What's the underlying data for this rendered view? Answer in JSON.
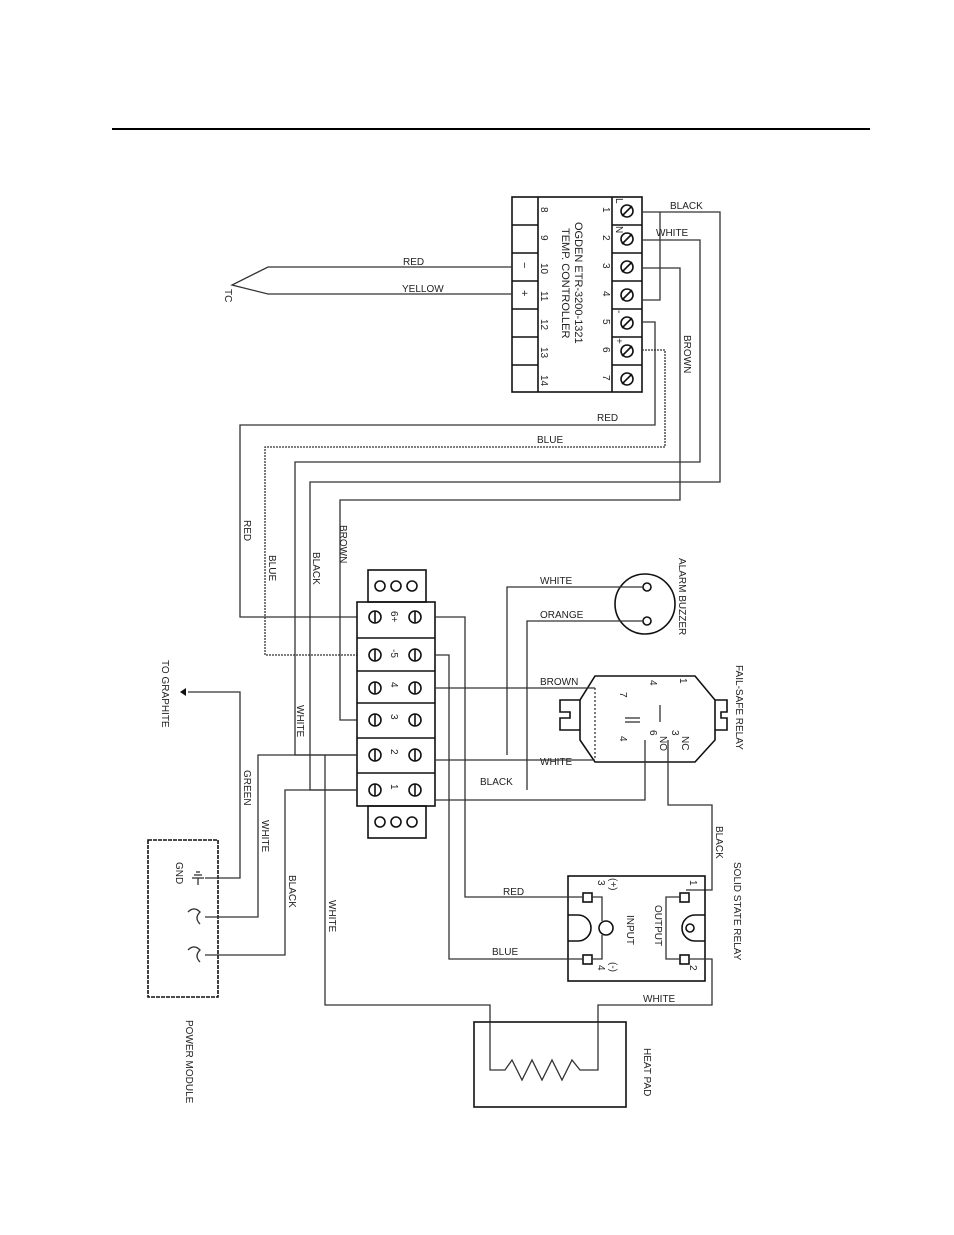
{
  "controller": {
    "title": "OGDEN ETR-3200-1321",
    "subtitle": "TEMP. CONTROLLER",
    "right_terminals": [
      "1",
      "2",
      "3",
      "4",
      "5",
      "6",
      "7"
    ],
    "right_marks": [
      "L",
      "N",
      "",
      "",
      "-",
      "+",
      ""
    ],
    "left_terminals": [
      "8",
      "9",
      "10",
      "11",
      "12",
      "13",
      "14"
    ],
    "left_marks": [
      "",
      "",
      "−",
      "+",
      "",
      "",
      ""
    ]
  },
  "thermocouple": {
    "label": "TC",
    "wire_neg": "RED",
    "wire_pos": "YELLOW"
  },
  "wire_labels": {
    "black_top": "BLACK",
    "white_top": "WHITE",
    "brown_right": "BROWN",
    "red_h": "RED",
    "blue_h": "BLUE",
    "red_v": "RED",
    "blue_v": "BLUE",
    "black_v": "BLACK",
    "brown_v": "BROWN",
    "white_v": "WHITE",
    "green_v": "GREEN",
    "white_v2": "WHITE",
    "black_v2": "BLACK",
    "white_v3": "WHITE",
    "buzzer_white": "WHITE",
    "buzzer_orange": "ORANGE",
    "relay_brown": "BROWN",
    "relay_white": "WHITE",
    "block_black": "BLACK",
    "ssr_black": "BLACK",
    "ssr_red": "RED",
    "ssr_blue": "BLUE",
    "heat_white": "WHITE"
  },
  "terminal_block": {
    "terminals": [
      "6+",
      "-5",
      "4",
      "3",
      "2",
      "1"
    ]
  },
  "alarm_buzzer": {
    "label": "ALARM BUZZER"
  },
  "fail_safe_relay": {
    "label": "FAIL-SAFE RELAY",
    "pins": [
      "1",
      "4",
      "7",
      "3",
      "6",
      "4"
    ],
    "nc": "NC",
    "no": "NO"
  },
  "solid_state_relay": {
    "label": "SOLID STATE RELAY",
    "input": "INPUT",
    "output": "OUTPUT",
    "pins": [
      "1",
      "2",
      "3",
      "4"
    ],
    "plus": "(+)",
    "minus": "(-)"
  },
  "power_module": {
    "label": "POWER MODULE",
    "gnd": "GND"
  },
  "graphite": {
    "label": "TO GRAPHITE"
  },
  "heat_pad": {
    "label": "HEAT PAD"
  }
}
